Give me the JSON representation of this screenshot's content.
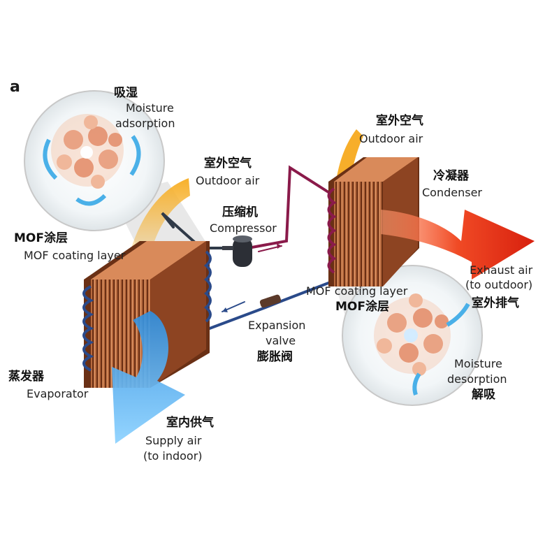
{
  "panel_label": "a",
  "moisture_adsorption": {
    "zh": "吸湿",
    "en_line1": "Moisture",
    "en_line2": "adsorption"
  },
  "outdoor_air_left": {
    "zh": "室外空气",
    "en": "Outdoor air"
  },
  "compressor": {
    "zh": "压缩机",
    "en": "Compressor"
  },
  "mof_left": {
    "zh": "MOF涂层",
    "en": "MOF coating layer"
  },
  "outdoor_air_right": {
    "zh": "室外空气",
    "en": "Outdoor air"
  },
  "condenser": {
    "zh": "冷凝器",
    "en": "Condenser"
  },
  "exhaust_air": {
    "en_line1": "Exhaust air",
    "en_line2": "(to outdoor)",
    "zh": "室外排气"
  },
  "mof_right": {
    "en": "MOF coating layer",
    "zh": "MOF涂层"
  },
  "expansion_valve": {
    "en_line1": "Expansion",
    "en_line2": "valve",
    "zh": "膨胀阀"
  },
  "evaporator": {
    "zh": "蒸发器",
    "en": "Evaporator"
  },
  "supply_air": {
    "zh": "室内供气",
    "en_line1": "Supply air",
    "en_line2": "(to indoor)"
  },
  "moisture_desorption": {
    "en_line1": "Moisture",
    "en_line2": "desorption",
    "zh": "解吸"
  },
  "colors": {
    "copper": "#b5653a",
    "copper_dark": "#7a3a1e",
    "copper_light": "#d98a5a",
    "supply_arrow": "#4aa8e8",
    "exhaust_arrow": "#e8321a",
    "outdoor_arrow": "#f0a020",
    "hot_pipe": "#8a1a4a",
    "cold_pipe": "#2a4a8a"
  }
}
